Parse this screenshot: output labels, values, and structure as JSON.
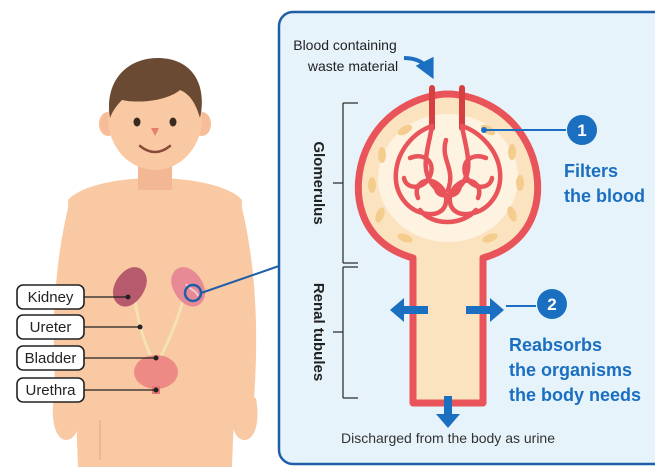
{
  "organ_labels": {
    "kidney": "Kidney",
    "ureter": "Ureter",
    "bladder": "Bladder",
    "urethra": "Urethra"
  },
  "detail_panel": {
    "input_caption": [
      "Blood containing",
      "waste material"
    ],
    "glomerulus_label": "Glomerulus",
    "renal_tubules_label": "Renal tubules",
    "steps": [
      {
        "number": "1",
        "text": [
          "Filters",
          "the blood"
        ]
      },
      {
        "number": "2",
        "text": [
          "Reabsorbs",
          "the organisms",
          "the body needs"
        ]
      }
    ],
    "output_caption": "Discharged from the body as urine"
  },
  "colors": {
    "panel_border": "#1f5fa8",
    "panel_fill": "#e6f3fb",
    "accent_blue": "#1a6fc0",
    "capsule_red": "#e8545a",
    "tubule_fill": "#fbe3bf",
    "skin": "#f9c9a4",
    "hair": "#6a4a33",
    "kidney": "#b85a6e",
    "bladder": "#ee8a86"
  }
}
